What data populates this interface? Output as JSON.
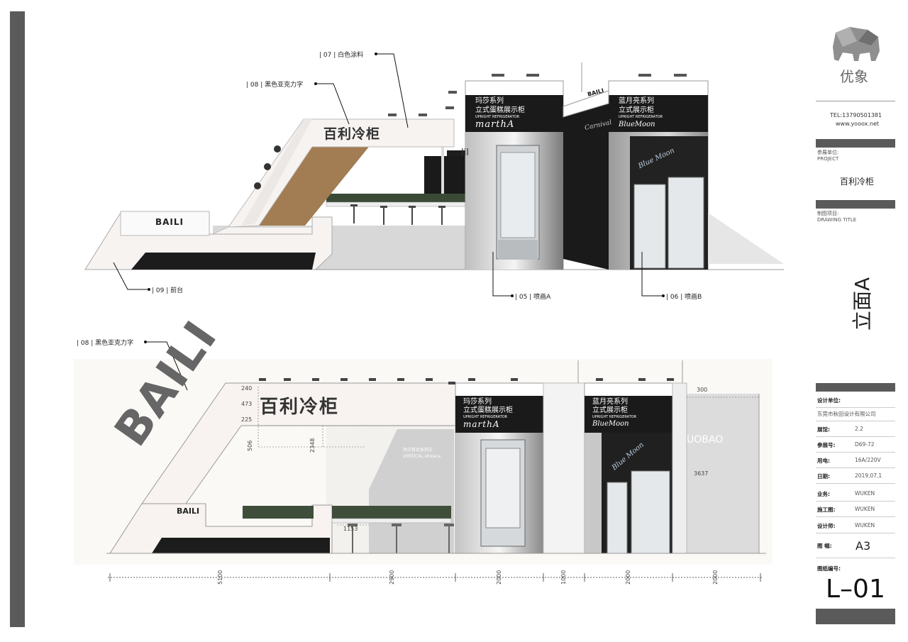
{
  "annotations": {
    "a07": "| 07 |   白色涂料",
    "a08": "| 08 |   黑色亚克力字",
    "a09": "| 09 |   前台",
    "a05": "| 05 |   喷画A",
    "a06": "| 06 |   喷画B",
    "a08b": "| 08 |   黑色亚克力字"
  },
  "elevation1": {
    "reception_logo": "BAILI",
    "booth_sign": "百利冷柜",
    "panel_a_title1": "玛莎系列",
    "panel_a_title2": "立式蛋糕展示柜",
    "panel_a_sub": "UPRIGHT REFRIGERATOR",
    "panel_a_brand": "marthA",
    "panel_b_title1": "蓝月亮系列",
    "panel_b_title2": "立式展示柜",
    "panel_b_sub": "UPRIGHT REFRIGERATOR",
    "panel_b_brand": "BlueMoon",
    "side_sign": "BAILI",
    "side_brand": "Carnival",
    "fridge_label": "Blue Moon",
    "wall_text": "lil"
  },
  "elevation2": {
    "big_logo": "BAILI",
    "reception_logo": "BAILI",
    "booth_sign": "百利冷柜",
    "panel_a_title1": "玛莎系列",
    "panel_a_title2": "立式蛋糕展示柜",
    "panel_a_sub": "UPRIGHT REFRIGERATOR",
    "panel_a_brand": "marthA",
    "panel_b_title1": "蓝月亮系列",
    "panel_b_title2": "立式展示柜",
    "panel_b_sub": "UPRIGHT REFRIGERATOR",
    "panel_b_brand": "BlueMoon",
    "wall_text": "UOBAO",
    "wall_small1": "风中百合系列立",
    "wall_small2": "VERTICAL showca",
    "fridge_label": "Blue Moon",
    "dims": {
      "d240": "240",
      "d473": "473",
      "d225": "225",
      "d506": "506",
      "d2348": "2348",
      "d300": "300",
      "d3637": "3637",
      "d1153": "1153"
    },
    "bottom_dims": [
      "5100",
      "2900",
      "2000",
      "1000",
      "2000",
      "2000"
    ]
  },
  "sidebar": {
    "brand": "优象",
    "tel": "TEL:13790501381",
    "web": "www.yooox.net",
    "project_label_cn": "参展单位:",
    "project_label_en": "PROJECT",
    "project_value": "百利冷柜",
    "drawing_label_cn": "制图项目:",
    "drawing_label_en": "DRAWING TITLE",
    "drawing_title": "立面A",
    "rows": [
      {
        "k": "设计单位:",
        "v": ""
      },
      {
        "k": "",
        "v": "东莞市秋田设计有限公司"
      },
      {
        "k": "展馆:",
        "v": "2.2"
      },
      {
        "k": "参展号:",
        "v": "D69-72"
      },
      {
        "k": "用电:",
        "v": "16A/220V"
      },
      {
        "k": "日期:",
        "v": "2019,07,1"
      },
      {
        "k": "业务:",
        "v": "WUKEN"
      },
      {
        "k": "施工图:",
        "v": "WUKEN"
      },
      {
        "k": "设计师:",
        "v": "WUKEN"
      }
    ],
    "size_label": "图  幅:",
    "size_value": "A3",
    "number_label": "图纸编号:",
    "number_value": "L–01"
  }
}
